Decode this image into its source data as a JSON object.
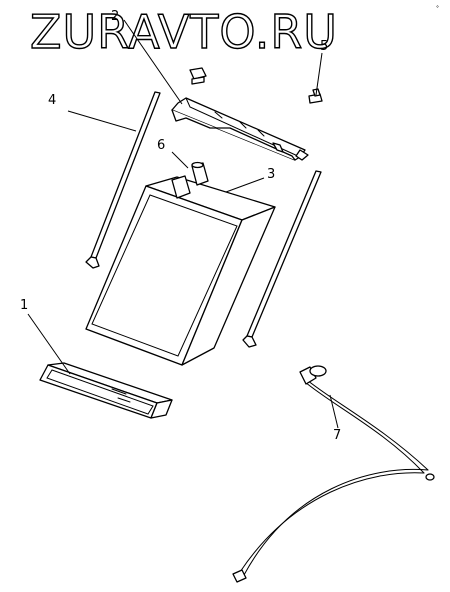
{
  "watermark": "ZURAVTO.RU",
  "corner_mark": "°",
  "callouts": {
    "c1": "1",
    "c2": "2",
    "c3": "3",
    "c4": "4",
    "c5": "5",
    "c6": "6",
    "c7": "7"
  },
  "colors": {
    "line": "#000000",
    "background": "#ffffff"
  }
}
